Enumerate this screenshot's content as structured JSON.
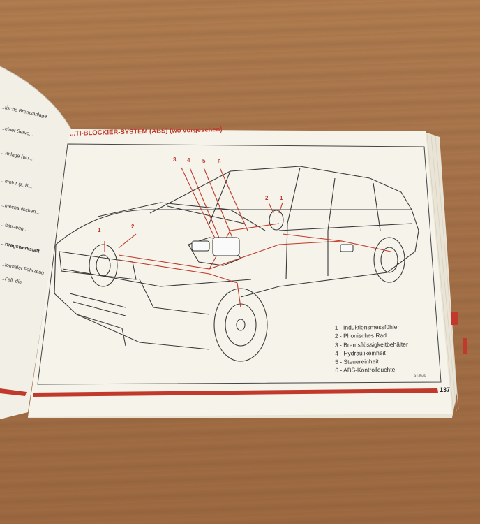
{
  "manual": {
    "section_title": "...TI-BLOCKIER-SYSTEM (ABS) (wo vorgesehen)",
    "page_number": "137",
    "figure_code": "ST3630",
    "legend": [
      "1 - Induktionsmessfühler",
      "2 - Phonisches Rad",
      "3 - Bremsflüssigkeitbehälter",
      "4 - Hydraulikeinheit",
      "5 - Steuereinheit",
      "6 - ABS-Kontrolleuchte"
    ],
    "callouts_top": [
      "3",
      "4",
      "5",
      "6"
    ],
    "callouts_front": [
      "1",
      "2"
    ],
    "callouts_rear": [
      "2",
      "1"
    ],
    "left_page_fragments": [
      "...tische Bremsanlage",
      "...einer Servo...",
      "...Anlage (wo...",
      "...motor (z. B...",
      "...mechanischen...",
      "...fahrzeug...",
      "...rtragswerkstatt",
      "...formaler Fahrzeug",
      "...Fall, die"
    ]
  },
  "colors": {
    "accent_red": "#c0392b",
    "page": "#f4f1e8",
    "table": "#a9764a"
  }
}
